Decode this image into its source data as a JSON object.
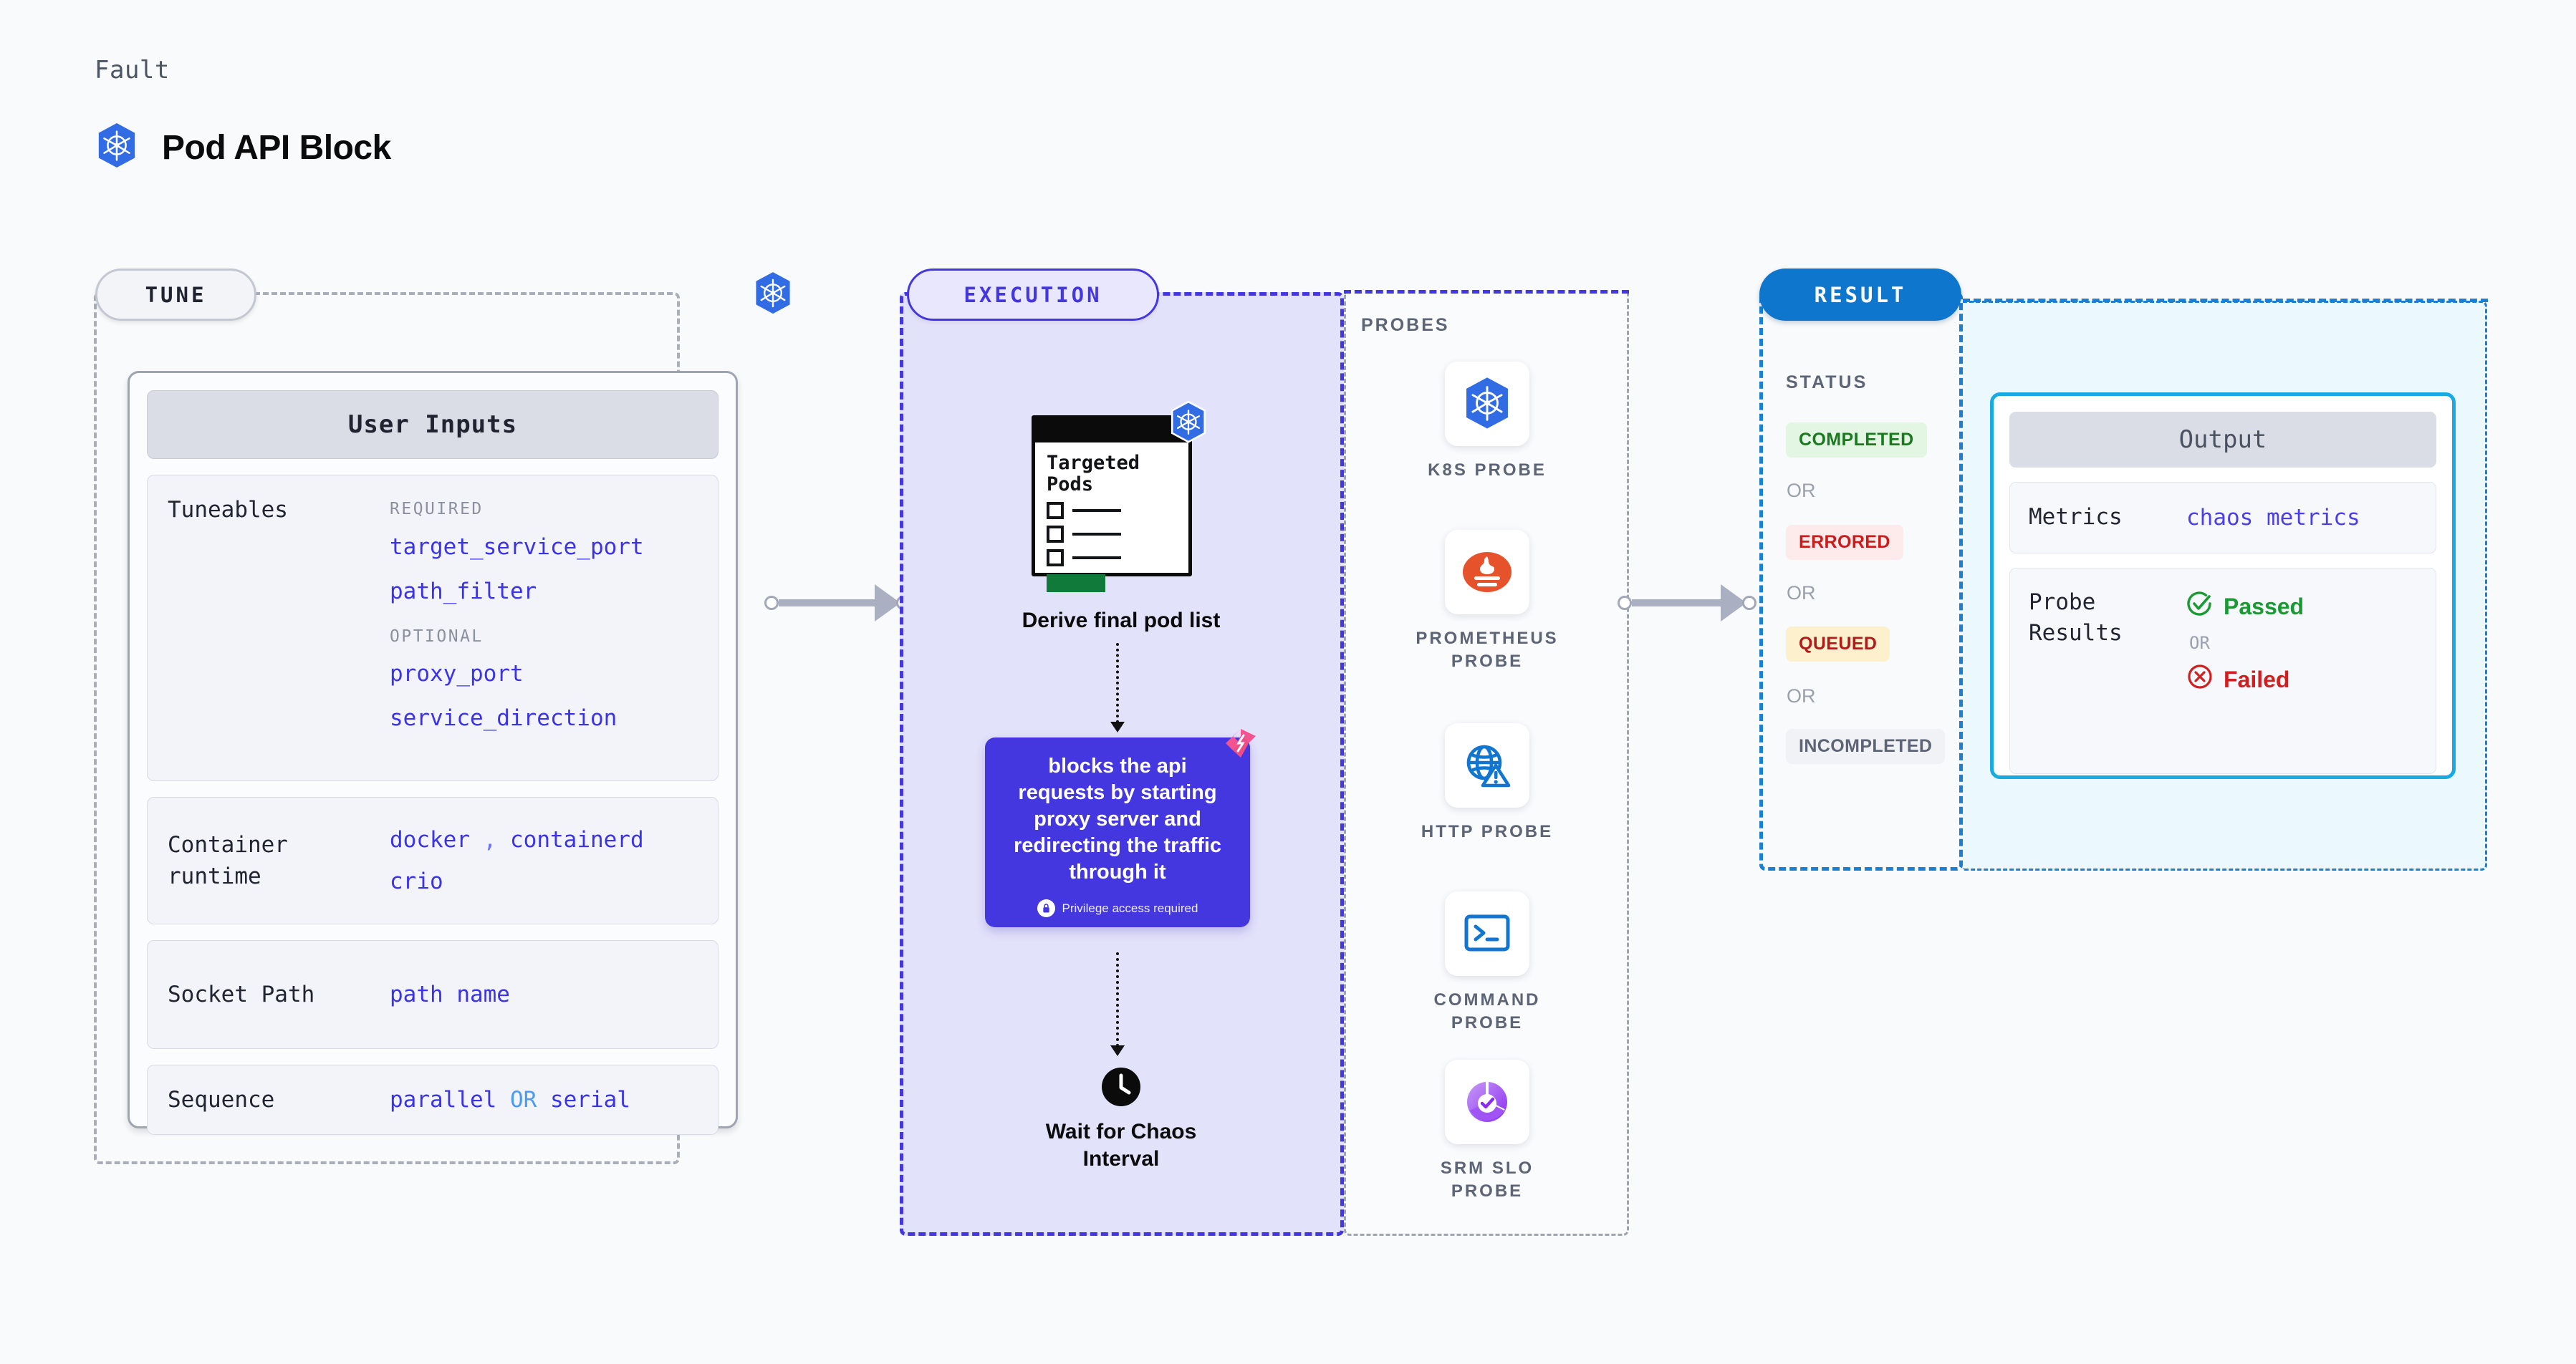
{
  "header": {
    "kicker": "Fault",
    "title": "Pod API Block",
    "icon": "kubernetes-icon"
  },
  "tune": {
    "pill_label": "TUNE",
    "card_title": "User Inputs",
    "rows": [
      {
        "label": "Tuneables",
        "required_label": "REQUIRED",
        "required_values": [
          "target_service_port",
          "path_filter"
        ],
        "optional_label": "OPTIONAL",
        "optional_values": [
          "proxy_port",
          "service_direction"
        ]
      },
      {
        "label": "Container runtime",
        "values": [
          "docker",
          "containerd",
          "crio"
        ],
        "separator": ","
      },
      {
        "label": "Socket Path",
        "values": [
          "path name"
        ]
      },
      {
        "label": "Sequence",
        "values": [
          "parallel",
          "serial"
        ],
        "separator": "OR"
      }
    ]
  },
  "execution": {
    "pill_label": "EXECUTION",
    "pods_card": {
      "title_line1": "Targeted",
      "title_line2": "Pods",
      "badge_icon": "kubernetes-icon"
    },
    "derive_label": "Derive final pod list",
    "description": "blocks the api requests by starting proxy server and redirecting the traffic through it",
    "privilege_note": "Privilege access required",
    "privilege_icon": "lock-icon",
    "corner_icon": "harness-icon",
    "wait_label_line1": "Wait for Chaos",
    "wait_label_line2": "Interval",
    "wait_icon": "clock-icon"
  },
  "probes": {
    "title": "PROBES",
    "items": [
      {
        "name": "K8S PROBE",
        "icon": "kubernetes-icon"
      },
      {
        "name": "PROMETHEUS PROBE",
        "icon": "prometheus-icon"
      },
      {
        "name": "HTTP PROBE",
        "icon": "globe-warning-icon"
      },
      {
        "name": "COMMAND PROBE",
        "icon": "terminal-icon"
      },
      {
        "name": "SRM SLO PROBE",
        "icon": "srm-slo-icon"
      }
    ]
  },
  "result": {
    "pill_label": "RESULT",
    "status_label": "STATUS",
    "or_label": "OR",
    "statuses": [
      {
        "label": "COMPLETED",
        "color": "#1a7a1f",
        "bg": "#e2f6e3"
      },
      {
        "label": "ERRORED",
        "color": "#c91c1c",
        "bg": "#fdeaea"
      },
      {
        "label": "QUEUED",
        "color": "#b01b1b",
        "bg": "#fdf0cd"
      },
      {
        "label": "INCOMPLETED",
        "color": "#5c6476",
        "bg": "#f1f2f6"
      }
    ],
    "output": {
      "title": "Output",
      "metrics_label": "Metrics",
      "metrics_value": "chaos metrics",
      "probe_results_label": "Probe Results",
      "passed_label": "Passed",
      "failed_label": "Failed",
      "or_label": "OR",
      "passed_icon": "check-circle-icon",
      "failed_icon": "x-circle-icon",
      "passed_color": "#1a9a32",
      "failed_color": "#d11f1f"
    }
  },
  "colors": {
    "accent_purple": "#4437e0",
    "accent_blue": "#0f76cd",
    "accent_cyan": "#19aae3",
    "tune_gray": "#a9aeb8"
  }
}
